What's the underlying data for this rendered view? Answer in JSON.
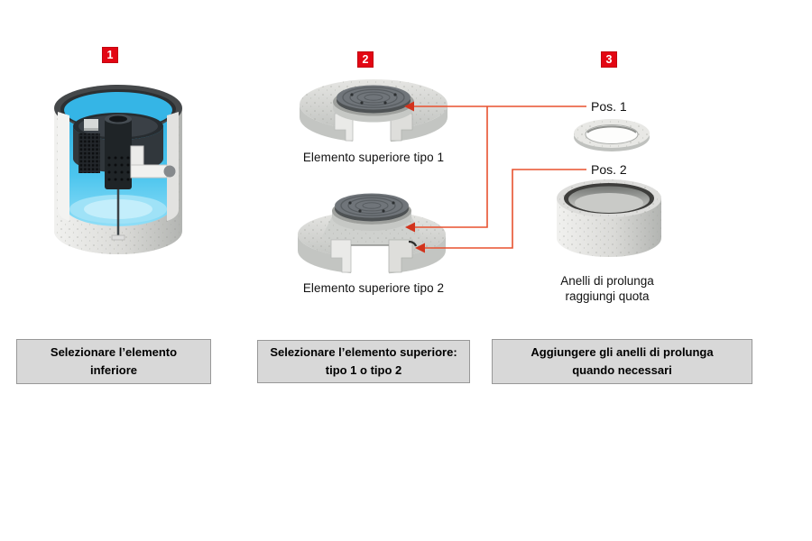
{
  "steps": {
    "one": {
      "number": "1"
    },
    "two": {
      "number": "2",
      "type1_label": "Elemento superiore tipo 1",
      "type2_label": "Elemento superiore tipo 2"
    },
    "three": {
      "number": "3",
      "pos1": "Pos. 1",
      "pos2": "Pos. 2",
      "note_line1": "Anelli di prolunga",
      "note_line2": "raggiungi quota"
    }
  },
  "captions": {
    "box1_line1": "Selezionare l’elemento",
    "box1_line2": "inferiore",
    "box2_line1": "Selezionare l’elemento superiore:",
    "box2_line2": "tipo 1 o tipo 2",
    "box3_line1": "Aggiungere gli anelli di prolunga",
    "box3_line2": "quando necessari"
  },
  "colors": {
    "badge_red": "#e30613",
    "connector_red": "#e8512f",
    "arrow_red": "#d2331c",
    "caption_bg": "#d8d8d8",
    "caption_border": "#989898",
    "water_blue": "#3cb9e8",
    "concrete_gray": "#d6d6d3"
  }
}
